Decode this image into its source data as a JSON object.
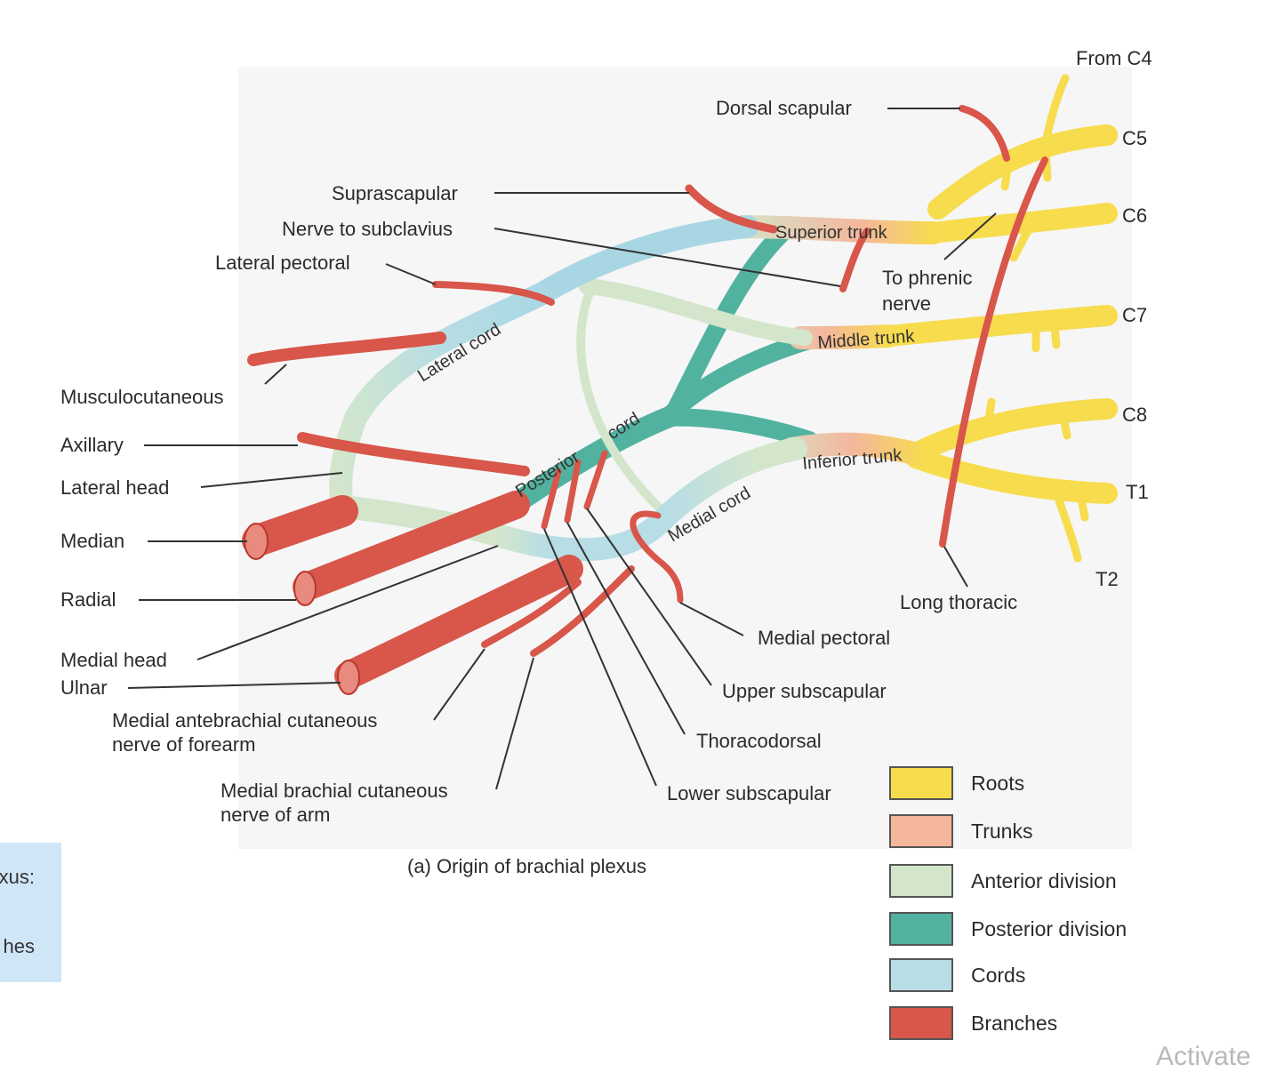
{
  "figure": {
    "caption": "(a) Origin of brachial plexus"
  },
  "labels": {
    "from_c4": "From C4",
    "c5": "C5",
    "c6": "C6",
    "c7": "C7",
    "c8": "C8",
    "t1": "T1",
    "t2": "T2",
    "dorsal_scapular": "Dorsal scapular",
    "suprascapular": "Suprascapular",
    "nerve_to_subclavius": "Nerve to subclavius",
    "lateral_pectoral": "Lateral pectoral",
    "musculocutaneous": "Musculocutaneous",
    "axillary": "Axillary",
    "lateral_head": "Lateral head",
    "median": "Median",
    "radial": "Radial",
    "medial_head": "Medial head",
    "ulnar": "Ulnar",
    "medial_antebrachial_1": "Medial antebrachial cutaneous",
    "medial_antebrachial_2": "nerve of forearm",
    "medial_brachial_1": "Medial brachial cutaneous",
    "medial_brachial_2": "nerve of arm",
    "lower_subscapular": "Lower subscapular",
    "thoracodorsal": "Thoracodorsal",
    "upper_subscapular": "Upper subscapular",
    "medial_pectoral": "Medial pectoral",
    "long_thoracic": "Long thoracic",
    "to_phrenic_1": "To phrenic",
    "to_phrenic_2": "nerve",
    "superior_trunk": "Superior trunk",
    "middle_trunk": "Middle trunk",
    "inferior_trunk": "Inferior trunk",
    "lateral_cord": "Lateral cord",
    "posterior_cord_1": "Posterior",
    "posterior_cord_2": "cord",
    "medial_cord": "Medial cord"
  },
  "legend": [
    {
      "label": "Roots",
      "color": "#f7dc4e"
    },
    {
      "label": "Trunks",
      "color": "#f4b79c"
    },
    {
      "label": "Anterior division",
      "color": "#d3e6cc"
    },
    {
      "label": "Posterior division",
      "color": "#52b2a0"
    },
    {
      "label": "Cords",
      "color": "#b7dde6"
    },
    {
      "label": "Branches",
      "color": "#d8564a"
    }
  ],
  "side_panel": {
    "line1": "xus:",
    "line2": "hes"
  },
  "watermark": "Activate"
}
